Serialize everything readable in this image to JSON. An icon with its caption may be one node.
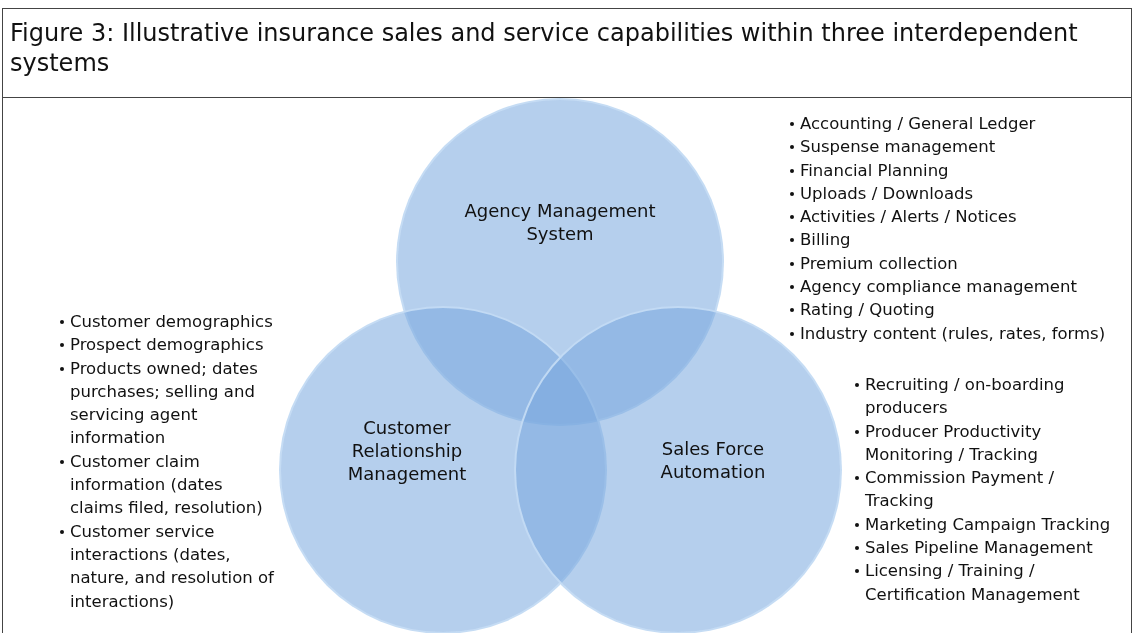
{
  "diagram": {
    "title": "Figure 3: Illustrative insurance sales and service capabilities within three interdependent systems",
    "nodes": [
      {
        "text": [
          "Agency Management System"
        ],
        "beside": [
          "Accounting / General Ledger",
          "Suspense management",
          "Financial Planning",
          "Uploads / Downloads",
          "Activities / Alerts / Notices",
          "Billing",
          "Premium collection",
          "Agency compliance management",
          "Rating / Quoting",
          "Industry content (rules, rates, forms)"
        ]
      },
      {
        "text": [
          "Customer Relationship Management"
        ],
        "beside": [
          "Customer demographics",
          "Prospect demographics",
          "Products owned; dates purchases; selling and servicing agent information",
          "Customer claim information (dates claims filed, resolution)",
          "Customer service interactions (dates, nature, and resolution of interactions)"
        ]
      },
      {
        "text": [
          "Sales Force Automation"
        ],
        "beside": [
          "Recruiting / on-boarding producers",
          "Producer Productivity Monitoring / Tracking",
          "Commission Payment / Tracking",
          "Marketing Campaign Tracking",
          "Sales Pipeline Management",
          "Licensing / Training / Certification Management"
        ]
      }
    ],
    "edges": []
  }
}
